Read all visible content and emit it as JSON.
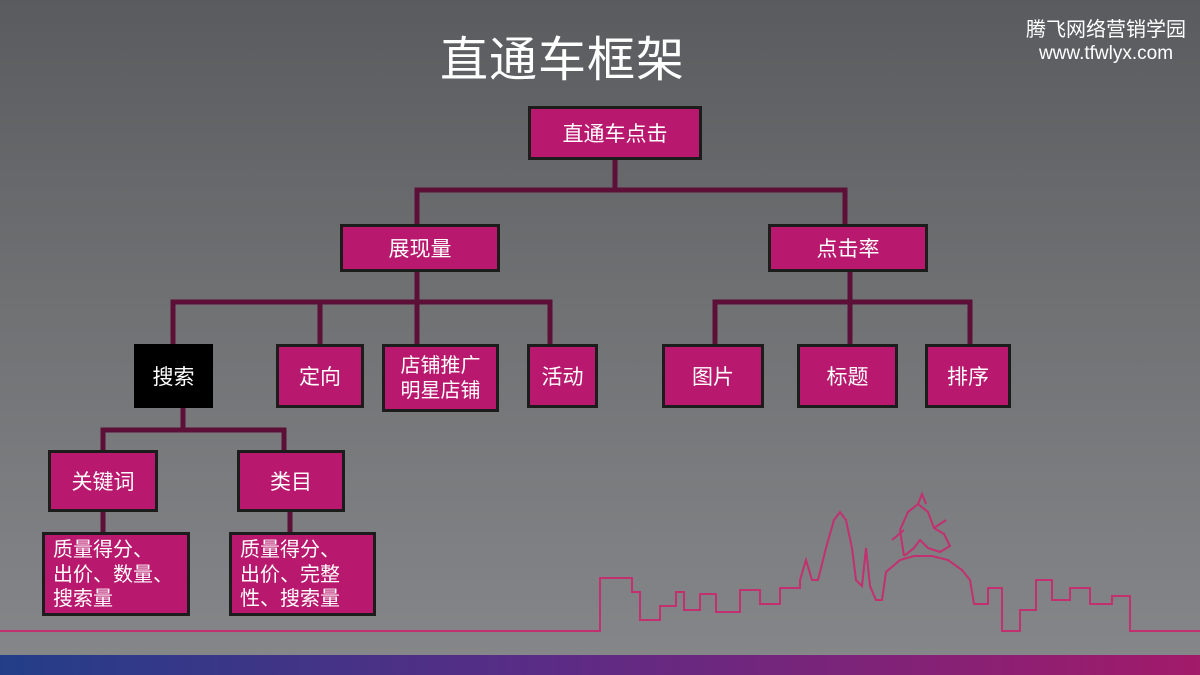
{
  "title": "直通车框架",
  "brand": {
    "name": "腾飞网络营销学园",
    "url": "www.tfwlyx.com"
  },
  "nodes": {
    "root": "直通车点击",
    "impressions": "展现量",
    "ctr": "点击率",
    "search": "搜索",
    "targeting": "定向",
    "store_promo": "店铺推广\n明星店铺",
    "activity": "活动",
    "image": "图片",
    "item_title": "标题",
    "ranking": "排序",
    "keyword": "关键词",
    "category": "类目",
    "keyword_factors": "质量得分、\n出价、数量、\n搜索量",
    "category_factors": "质量得分、\n出价、完整\n性、搜索量"
  },
  "colors": {
    "node_fill": "#b8186d",
    "connector": "#5c1038",
    "accent_line": "#c2306f",
    "search_fill": "#000000"
  }
}
